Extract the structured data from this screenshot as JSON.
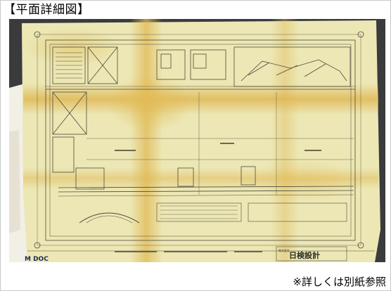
{
  "page": {
    "heading": "【平面詳細図】",
    "footnote": "※詳しくは別紙参照"
  },
  "photo": {
    "subject": "floor-plan-blueprint-photo",
    "stamp_text": "日検設計",
    "stamp_small_text": "株式会社",
    "logo_text": "M DOC",
    "colors": {
      "paper": "#ece7b4",
      "paper_stain": "#e3c46b",
      "ink": "#4b4a3c",
      "background": "#3a3b3d",
      "binder_page": "#f2efe6"
    }
  }
}
